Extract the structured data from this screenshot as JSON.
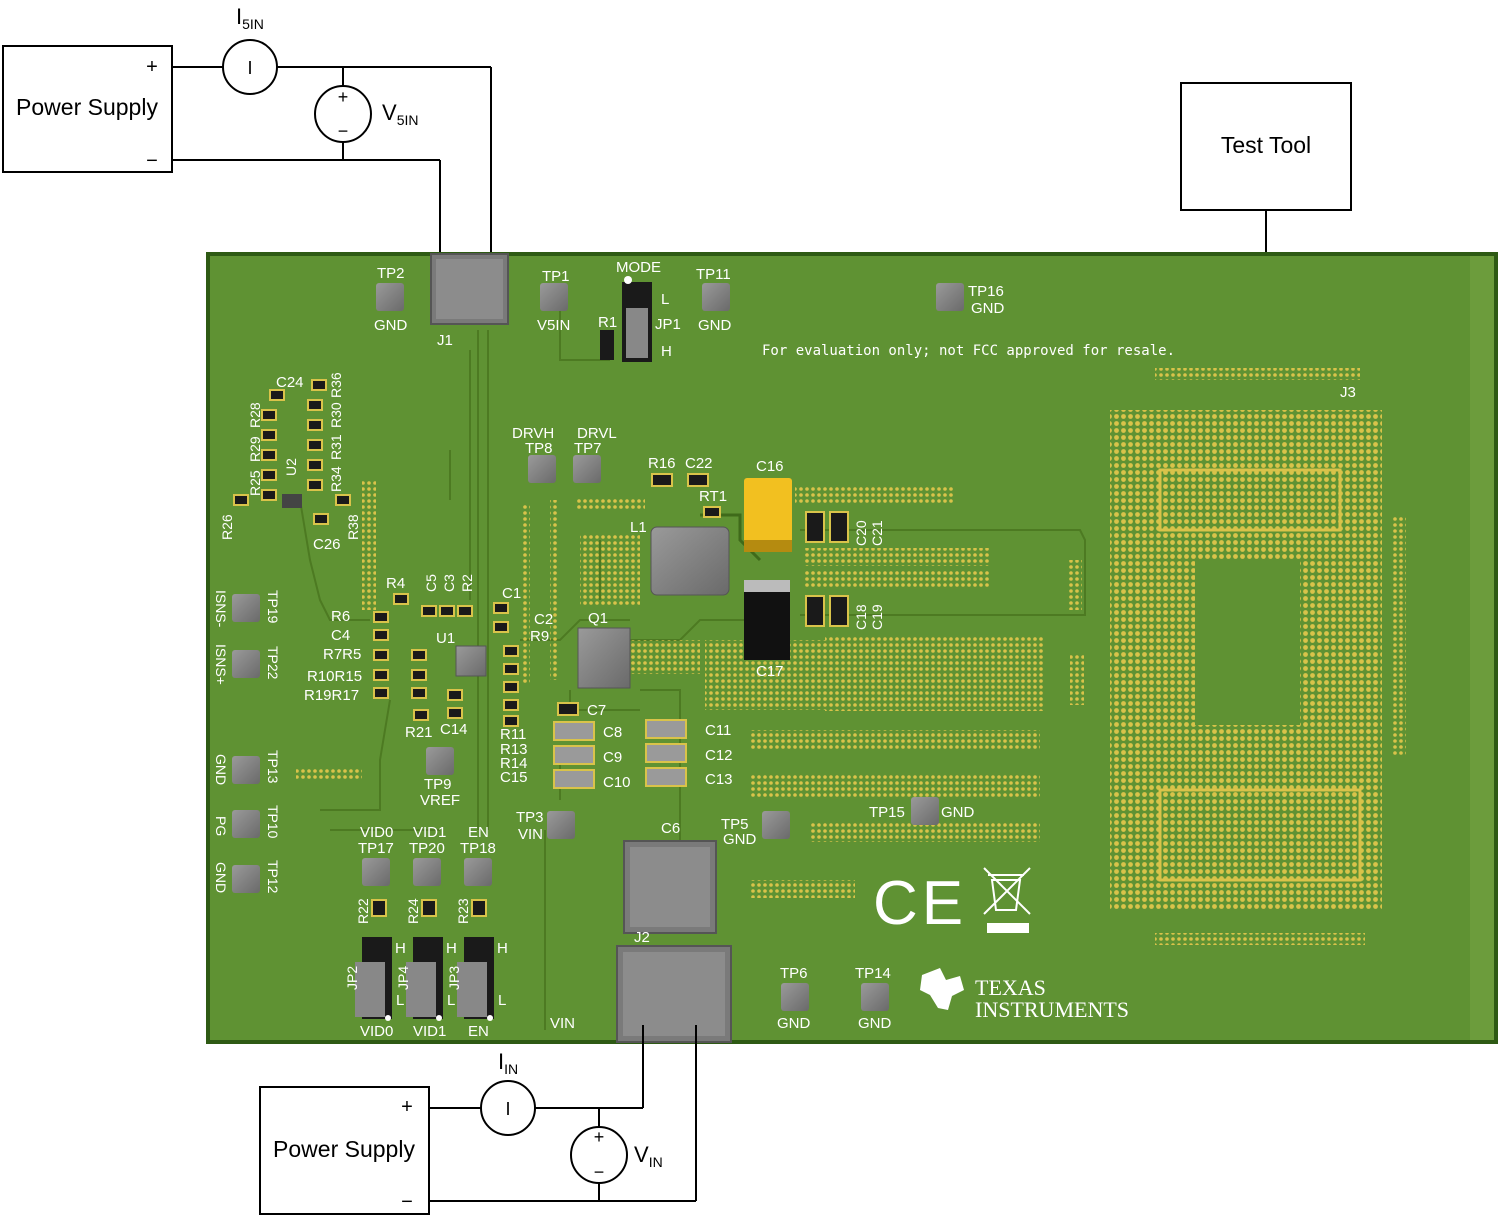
{
  "top_supply": {
    "box_label": "Power Supply",
    "plus": "+",
    "minus": "−",
    "ammeter_symbol": "I",
    "current_label": {
      "main": "I",
      "sub": "5IN"
    },
    "voltmeter_plus": "+",
    "voltmeter_minus": "−",
    "voltage_label": {
      "main": "V",
      "sub": "5IN"
    }
  },
  "bottom_supply": {
    "box_label": "Power Supply",
    "plus": "+",
    "minus": "−",
    "ammeter_symbol": "I",
    "current_label": {
      "main": "I",
      "sub": "IN"
    },
    "voltmeter_plus": "+",
    "voltmeter_minus": "−",
    "voltage_label": {
      "main": "V",
      "sub": "IN"
    }
  },
  "test_tool": {
    "label": "Test Tool"
  },
  "board": {
    "notice": "For evaluation only; not FCC approved for resale.",
    "brand_line1": "TEXAS",
    "brand_line2": "INSTRUMENTS",
    "ce_mark": "CE",
    "colors": {
      "pcb": "#5f9233",
      "pcb_edge": "#2e5a14",
      "silk": "#ffffff",
      "pad": "#d9c34a",
      "part": "#808080",
      "cap_tantalum": "#f2c020"
    },
    "top_labels": {
      "tp2": "TP2",
      "tp2_gnd": "GND",
      "j1": "J1",
      "tp1": "TP1",
      "tp1_v5in": "V5IN",
      "mode": "MODE",
      "jp1": "JP1",
      "jp1_l": "L",
      "jp1_h": "H",
      "r1": "R1",
      "tp11": "TP11",
      "tp11_gnd": "GND",
      "tp16": "TP16",
      "tp16_gnd": "GND",
      "j3": "J3"
    },
    "left_labels": {
      "c24": "C24",
      "r28": "R28",
      "r29": "R29",
      "r25": "R25",
      "r26": "R26",
      "u2": "U2",
      "r36": "R36",
      "r30": "R30",
      "r31": "R31",
      "r34": "R34",
      "r38": "R38",
      "c26": "C26",
      "isns_minus": "ISNS-",
      "tp19": "TP19",
      "isns_plus": "ISNS+",
      "tp22": "TP22",
      "tp13_gnd": "GND",
      "tp13": "TP13",
      "tp10_pg": "PG",
      "tp10": "TP10",
      "tp12_gnd": "GND",
      "tp12": "TP12"
    },
    "middle_labels": {
      "r4": "R4",
      "c5": "C5",
      "c3": "C3",
      "r2": "R2",
      "c1": "C1",
      "r6": "R6",
      "c4": "C4",
      "r7r5": "R7R5",
      "r10r15": "R10R15",
      "r19r17": "R19R17",
      "u1": "U1",
      "c2": "C2",
      "r9": "R9",
      "r21": "R21",
      "c14": "C14",
      "r11": "R11",
      "r13": "R13",
      "r14": "R14",
      "c15": "C15",
      "tp9": "TP9",
      "vref": "VREF",
      "drvh": "DRVH",
      "tp8": "TP8",
      "drvl": "DRVL",
      "tp7": "TP7",
      "r16": "R16",
      "c22": "C22",
      "rt1": "RT1",
      "c16": "C16",
      "l1": "L1",
      "c20": "C20",
      "c21": "C21",
      "c18": "C18",
      "c19": "C19",
      "c17": "C17",
      "q1": "Q1",
      "c7": "C7",
      "c8": "C8",
      "c9": "C9",
      "c10": "C10",
      "c11": "C11",
      "c12": "C12",
      "c13": "C13",
      "tp3": "TP3",
      "tp3_vin": "VIN",
      "tp5": "TP5",
      "tp5_gnd": "GND",
      "tp15": "TP15",
      "tp15_gnd": "GND",
      "c6": "C6",
      "j2": "J2",
      "vin": "VIN"
    },
    "bottom_labels": {
      "vid0_top": "VID0",
      "vid1_top": "VID1",
      "en_top": "EN",
      "tp17": "TP17",
      "tp20": "TP20",
      "tp18": "TP18",
      "r22": "R22",
      "r24": "R24",
      "r23": "R23",
      "jp2": "JP2",
      "jp4": "JP4",
      "jp3": "JP3",
      "h": "H",
      "l": "L",
      "vid0_bot": "VID0",
      "vid1_bot": "VID1",
      "en_bot": "EN",
      "tp6": "TP6",
      "tp6_gnd": "GND",
      "tp14": "TP14",
      "tp14_gnd": "GND"
    }
  }
}
